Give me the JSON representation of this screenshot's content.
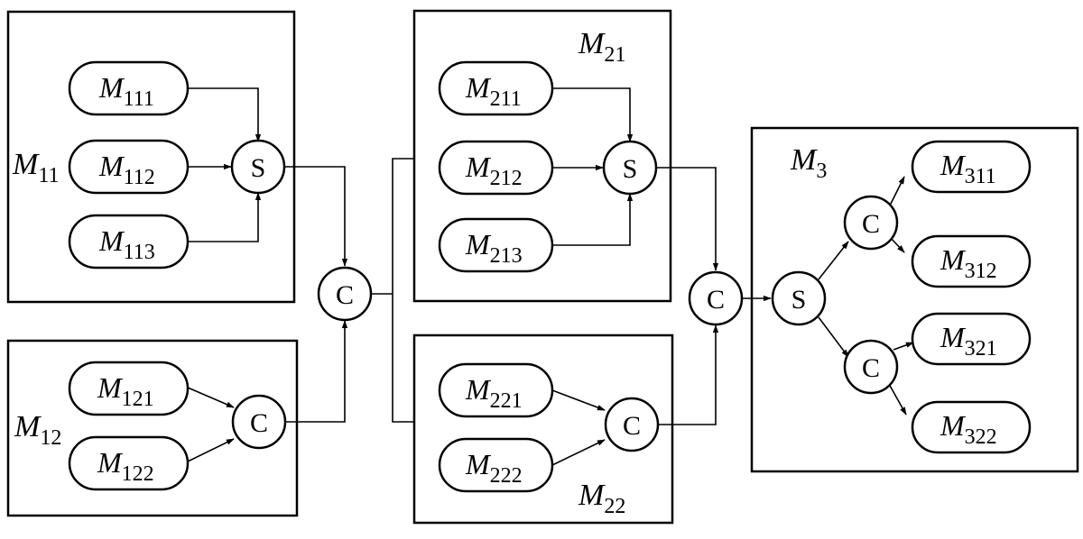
{
  "groups": {
    "m11": {
      "base": "M",
      "sub": "11"
    },
    "m12": {
      "base": "M",
      "sub": "12"
    },
    "m21": {
      "base": "M",
      "sub": "21"
    },
    "m22": {
      "base": "M",
      "sub": "22"
    },
    "m3": {
      "base": "M",
      "sub": "3"
    }
  },
  "modules": {
    "m111": {
      "base": "M",
      "sub": "111"
    },
    "m112": {
      "base": "M",
      "sub": "112"
    },
    "m113": {
      "base": "M",
      "sub": "113"
    },
    "m121": {
      "base": "M",
      "sub": "121"
    },
    "m122": {
      "base": "M",
      "sub": "122"
    },
    "m211": {
      "base": "M",
      "sub": "211"
    },
    "m212": {
      "base": "M",
      "sub": "212"
    },
    "m213": {
      "base": "M",
      "sub": "213"
    },
    "m221": {
      "base": "M",
      "sub": "221"
    },
    "m222": {
      "base": "M",
      "sub": "222"
    },
    "m311": {
      "base": "M",
      "sub": "311"
    },
    "m312": {
      "base": "M",
      "sub": "312"
    },
    "m321": {
      "base": "M",
      "sub": "321"
    },
    "m322": {
      "base": "M",
      "sub": "322"
    }
  },
  "operators": {
    "s_m11": "S",
    "c_m12": "C",
    "c_join1": "C",
    "s_m21": "S",
    "c_m22": "C",
    "c_join2": "C",
    "s_m3": "S",
    "c_m3_upper": "C",
    "c_m3_lower": "C"
  }
}
